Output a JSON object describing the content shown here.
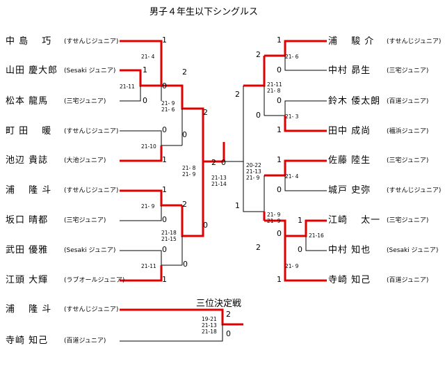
{
  "title": "男子４年生以下シングルス",
  "third_place_label": "三位決定戦",
  "left_players": [
    {
      "name": "中 島　 巧",
      "club": "(すせんじジュニア)"
    },
    {
      "name": "山田 慶大郎",
      "club": "(Sesaki ジュニア)"
    },
    {
      "name": "松本 龍馬",
      "club": "(三宅ジュニア)"
    },
    {
      "name": "町 田　 暖",
      "club": "(すせんじジュニア)"
    },
    {
      "name": "池辺 貴誌",
      "club": "(大池ジュニア)"
    },
    {
      "name": "浦　 隆 斗",
      "club": "(すせんじジュニア)"
    },
    {
      "name": "坂口 晴都",
      "club": "(三宅ジュニア)"
    },
    {
      "name": "武田 優雅",
      "club": "(Sesaki ジュニア)"
    },
    {
      "name": "江頭 大輝",
      "club": "(ラブオールジュニア)"
    }
  ],
  "right_players": [
    {
      "name": "浦　 駿 介",
      "club": "(すせんじジュニア)"
    },
    {
      "name": "中村 昴生",
      "club": "(三宅ジュニア)"
    },
    {
      "name": "鈴木 倭太朗",
      "club": "(百道ジュニア)"
    },
    {
      "name": "田中 成尚",
      "club": "(福浜ジュニア)"
    },
    {
      "name": "佐藤 陸生",
      "club": "(三宅ジュニア)"
    },
    {
      "name": "城戸 史弥",
      "club": "(すせんじジュニア)"
    },
    {
      "name": "江崎　 太一",
      "club": "(三宅ジュニア)"
    },
    {
      "name": "中村 知也",
      "club": "(Sesaki ジュニア)"
    },
    {
      "name": "寺崎 知己",
      "club": "(百道ジュニア)"
    }
  ],
  "third_players": [
    {
      "name": "浦　 隆 斗",
      "club": "(すせんじジュニア)"
    },
    {
      "name": "寺崎 知己",
      "club": "(百道ジュニア)"
    }
  ],
  "left_scores": {
    "m_nakajima": "1",
    "m_yamada": "1",
    "m_yamada_final": "0",
    "m_matsumoto": "0",
    "m_machida": "0",
    "m_ikebe": "1",
    "m_ura": "1",
    "m_sakaguchi": "0",
    "m_takeda": "0",
    "m_egashira_q": "0",
    "m_egashira": "1",
    "sf1_top": "2",
    "sf1_bot": "0",
    "sf2_top": "2",
    "sf2_bot": "0",
    "final_l": "2"
  },
  "right_scores": {
    "m_ura_s": "1",
    "m_nakamura_a": "0",
    "m_suzuki": "0",
    "m_tanaka": "1",
    "m_sato": "1",
    "m_kido": "0",
    "m_esaki_q": "1",
    "m_esaki": "0",
    "m_nakamura_t": "0",
    "m_terasaki": "1",
    "sf1_top": "2",
    "sf1_bot": "0",
    "sf2_top": "1",
    "sf2_bot": "2",
    "final_r": "0"
  },
  "third_scores": {
    "top": "2",
    "bot": "0"
  },
  "left_match_scores": {
    "a": [
      "21- 4"
    ],
    "b": [
      "21-11"
    ],
    "c": [
      "21- 9",
      "21- 6"
    ],
    "d": [
      "21-10"
    ],
    "e": [
      "21- 9"
    ],
    "f": [
      "21-11"
    ],
    "g": [
      "21-18",
      "21-15"
    ],
    "final": [
      "21- 8",
      "21- 9"
    ]
  },
  "right_match_scores": {
    "a": [
      "21- 6"
    ],
    "b": [
      "21- 3"
    ],
    "c": [
      "21-11",
      "21- 8"
    ],
    "d": [
      "21- 4"
    ],
    "e": [
      "21-16"
    ],
    "f": [
      "21- 9"
    ],
    "g": [
      "21- 9",
      "21- 9"
    ],
    "final": [
      "20-22",
      "21-13",
      "21- 9"
    ]
  },
  "final_center_scores": [
    "21-13",
    "21-14"
  ],
  "third_match_scores": [
    "19-21",
    "21-13",
    "21-18"
  ],
  "colors": {
    "winner_line": "#e00000",
    "loser_line": "#000000"
  }
}
